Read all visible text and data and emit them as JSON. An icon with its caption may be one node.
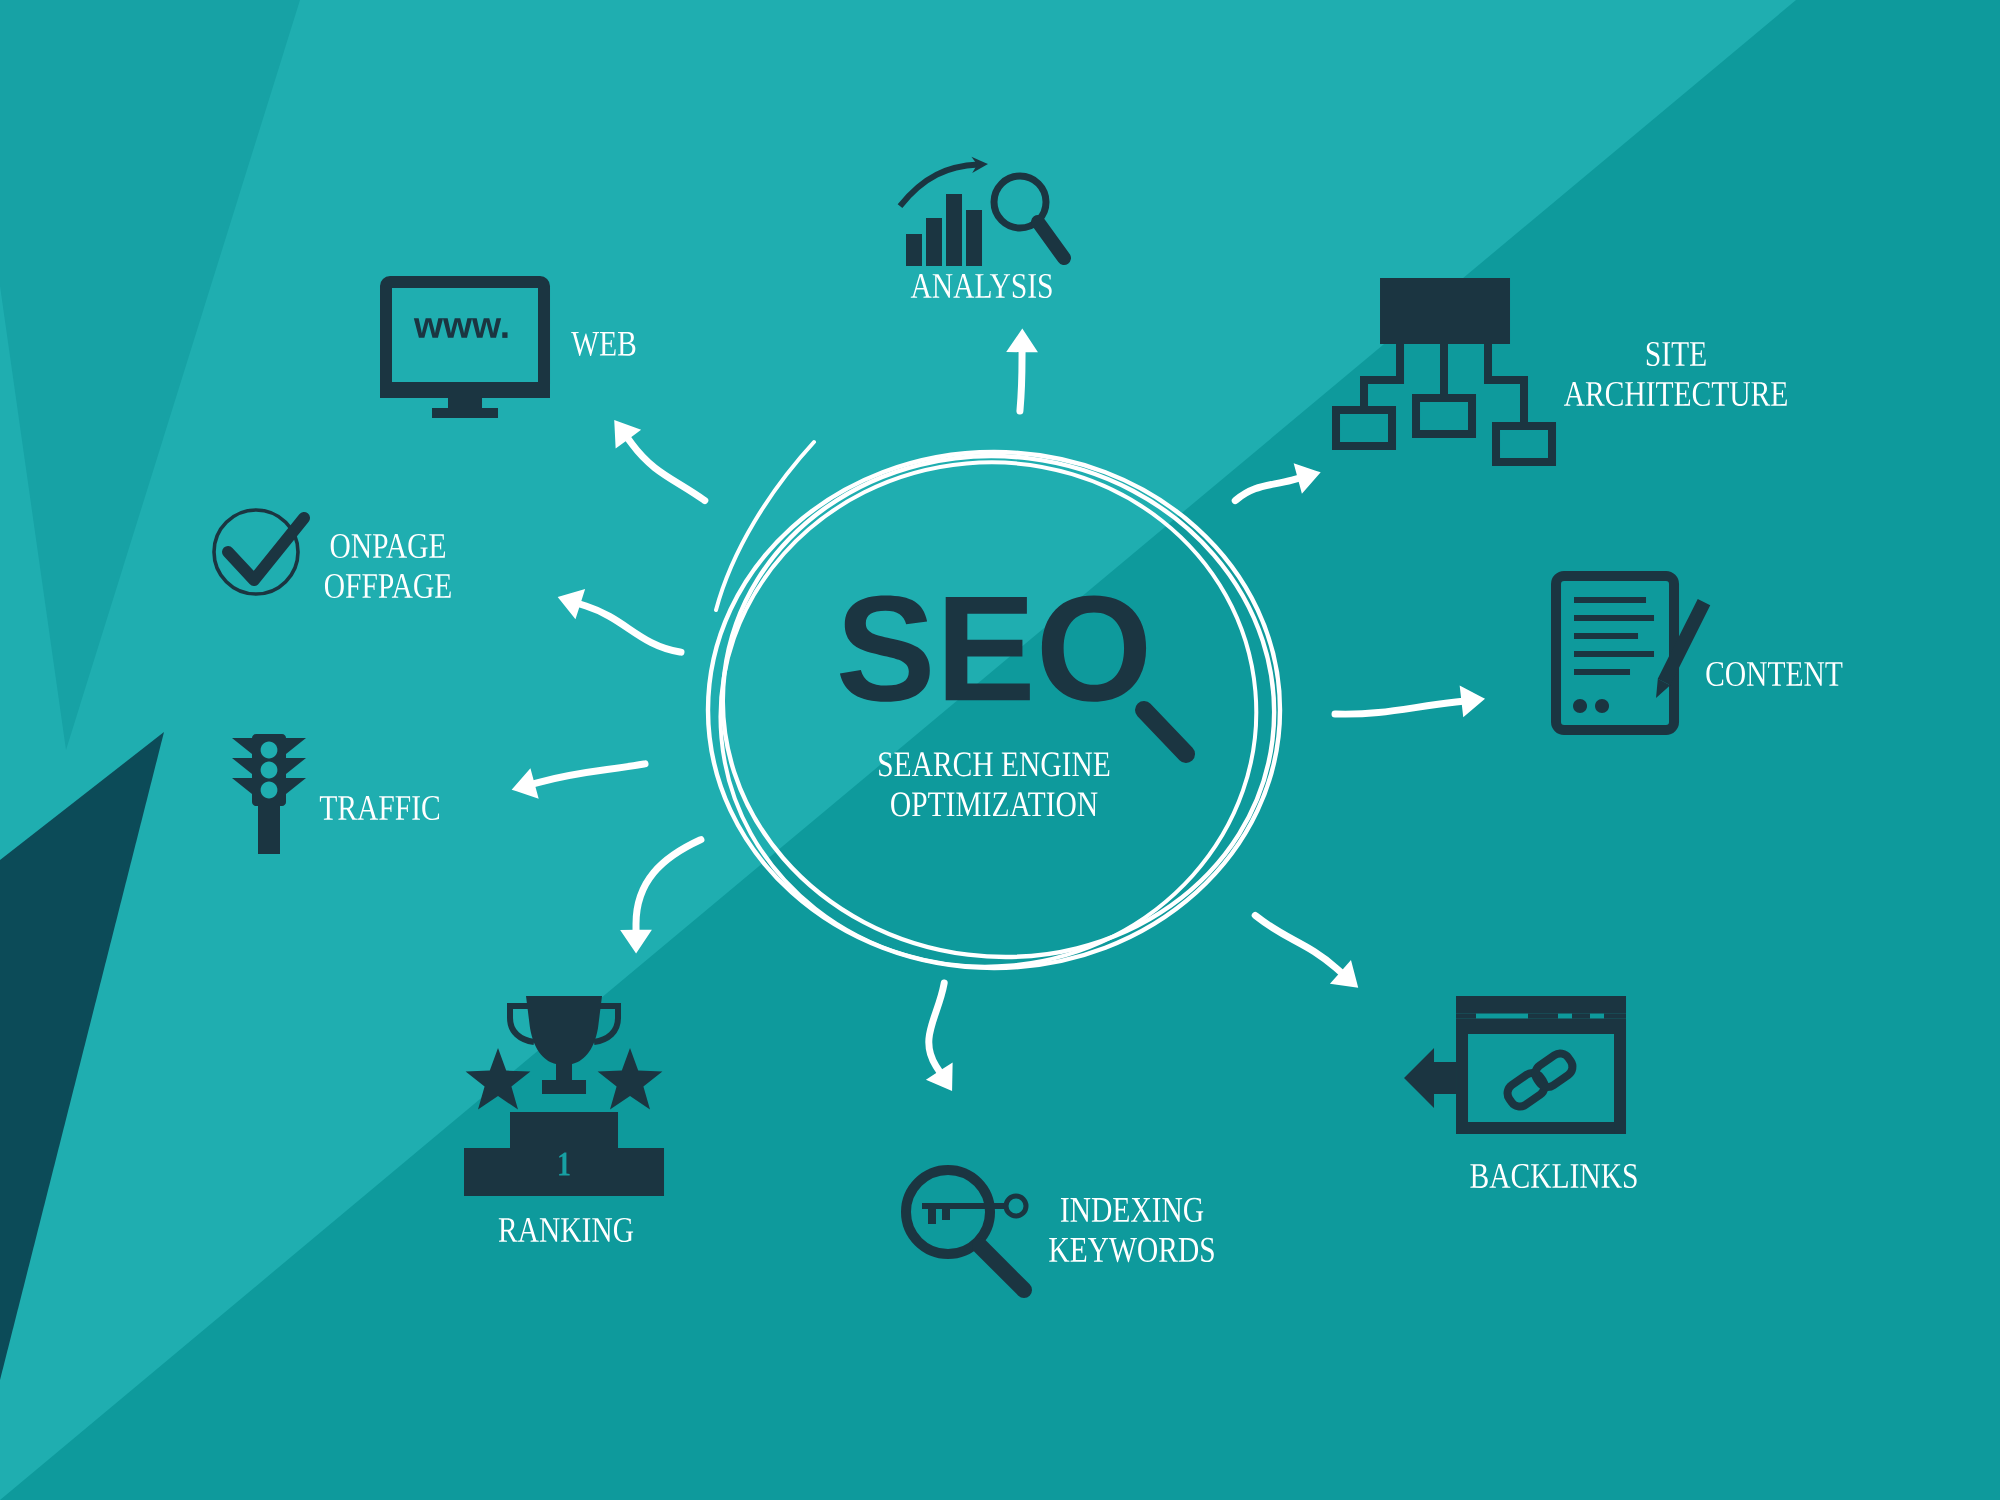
{
  "diagram": {
    "nodes": [
      {
        "text": [
          "SEO",
          "SEARCH ENGINE OPTIMIZATION"
        ]
      },
      {
        "text": [
          "ANALYSIS"
        ]
      },
      {
        "text": [
          "SITE ARCHITECTURE"
        ]
      },
      {
        "text": [
          "CONTENT"
        ]
      },
      {
        "text": [
          "BACKLINKS"
        ]
      },
      {
        "text": [
          "INDEXING KEYWORDS"
        ]
      },
      {
        "text": [
          "RANKING"
        ]
      },
      {
        "text": [
          "TRAFFIC"
        ]
      },
      {
        "text": [
          "ONPAGE OFFPAGE"
        ]
      },
      {
        "text": [
          "WEB"
        ]
      }
    ],
    "edges": [
      {
        "from": 0,
        "to": 1,
        "arrow": "to"
      },
      {
        "from": 0,
        "to": 2,
        "arrow": "to"
      },
      {
        "from": 0,
        "to": 3,
        "arrow": "to"
      },
      {
        "from": 0,
        "to": 4,
        "arrow": "to"
      },
      {
        "from": 0,
        "to": 5,
        "arrow": "to"
      },
      {
        "from": 0,
        "to": 6,
        "arrow": "to"
      },
      {
        "from": 0,
        "to": 7,
        "arrow": "to"
      },
      {
        "from": 0,
        "to": 8,
        "arrow": "to"
      },
      {
        "from": 0,
        "to": 9,
        "arrow": "to"
      }
    ],
    "labels": [
      "www.",
      "1"
    ]
  }
}
